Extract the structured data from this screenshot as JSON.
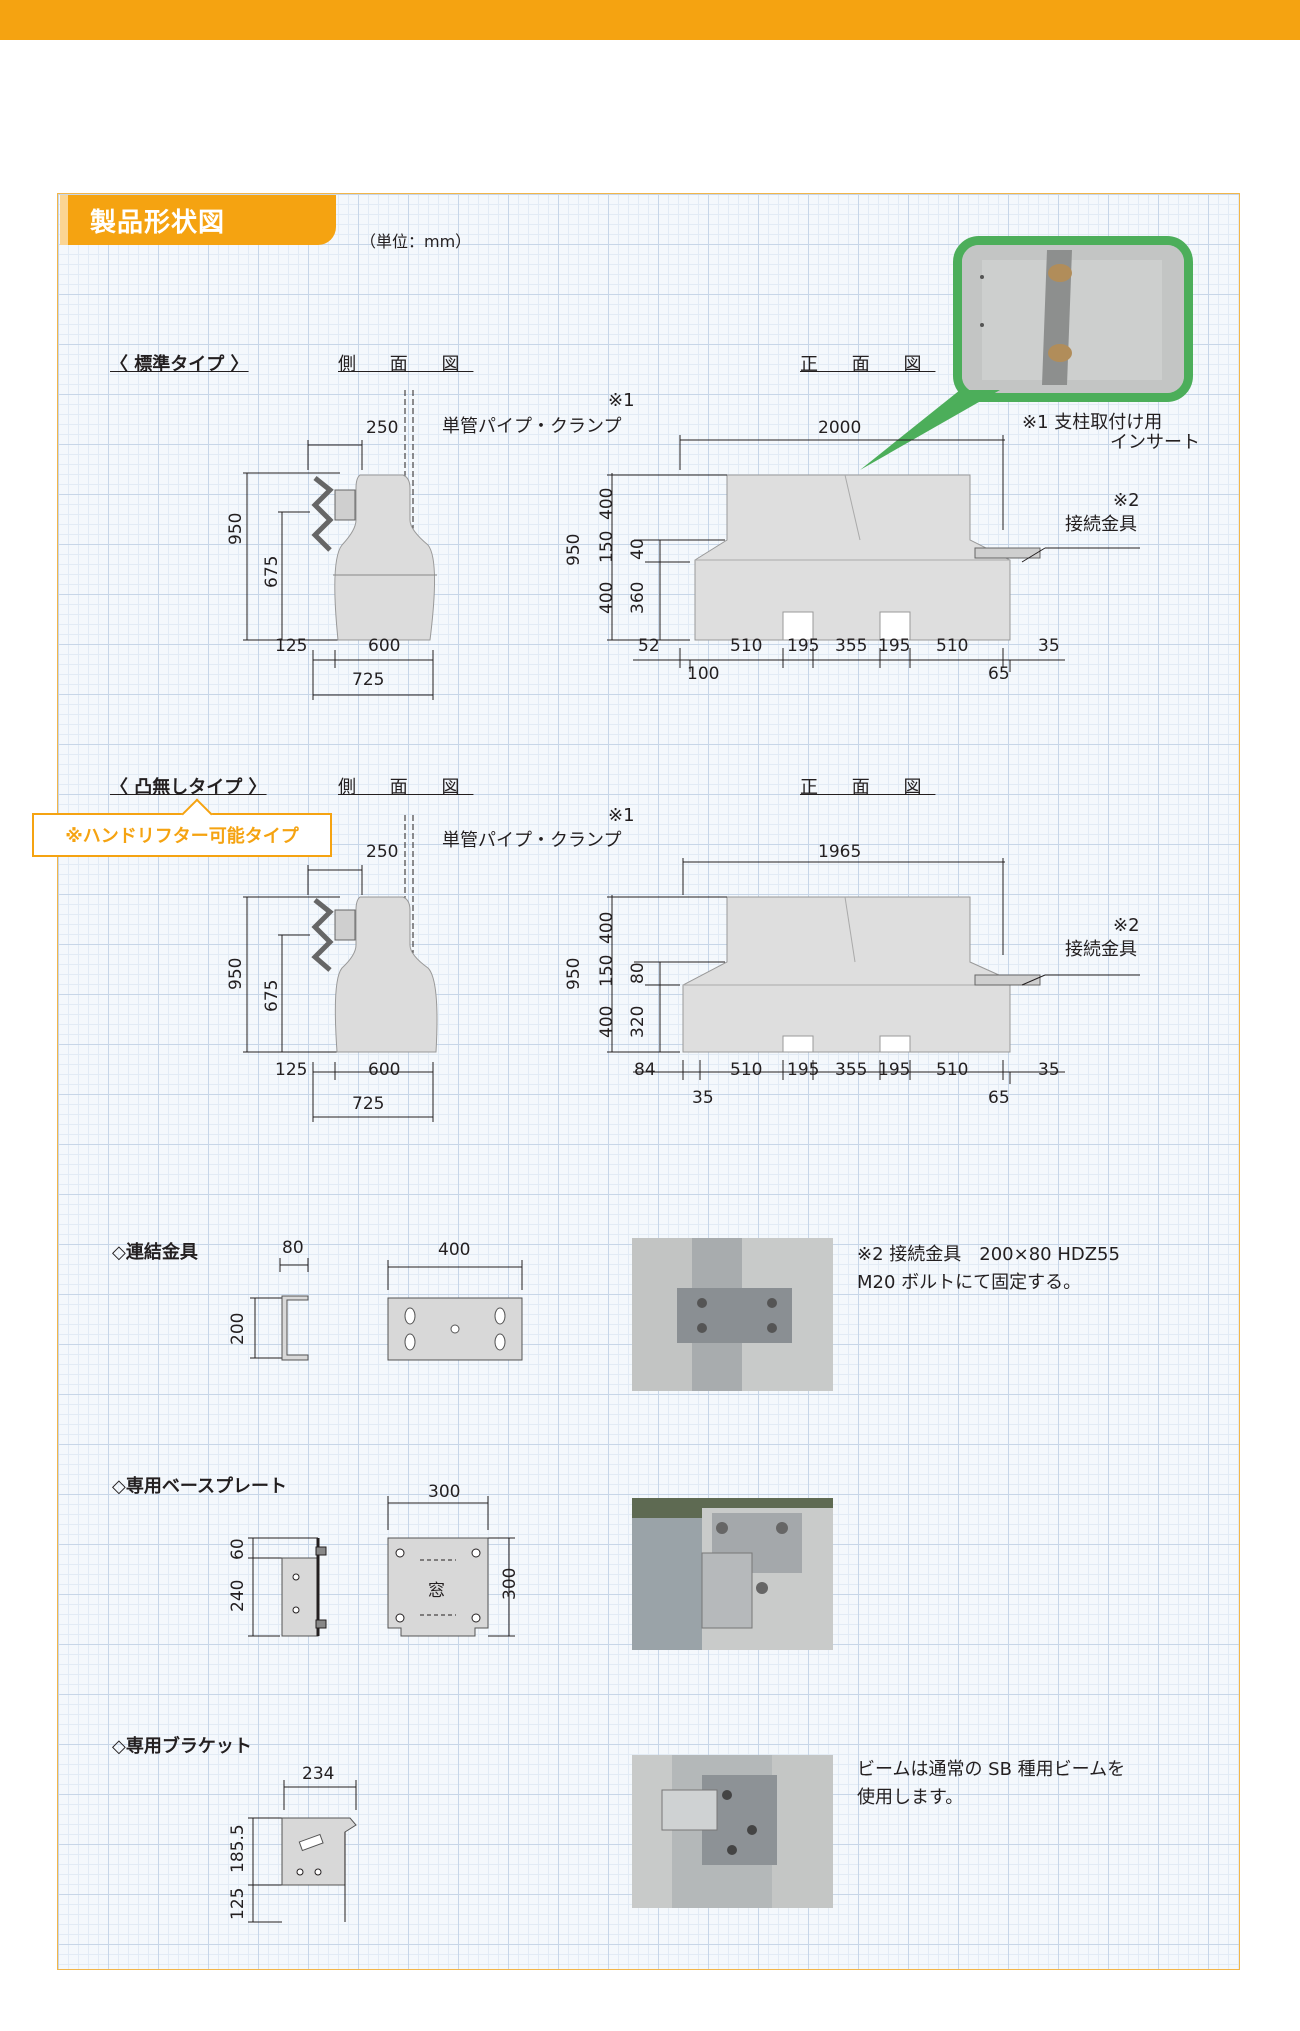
{
  "header_bar_color": "#f5a311",
  "title": "製品形状図",
  "unit_note": "（単位：mm）",
  "standard": {
    "section_label": "〈 標準タイプ 〉",
    "side_view_label": "側 面 図",
    "front_view_label": "正 面 図",
    "note1_mark": "※1",
    "pipe_clamp": "単管パイプ・クランプ",
    "insert_note_line1": "※1 支柱取付け用",
    "insert_note_line2": "インサート",
    "note2_mark": "※2",
    "connector_label": "接続金具",
    "side_dims": {
      "top": "250",
      "height": "950",
      "mid": "675",
      "left": "125",
      "base": "600",
      "total": "725"
    },
    "front_dims": {
      "width": "2000",
      "h_total": "950",
      "h1": "400",
      "h2": "150",
      "h3": "400",
      "h4": "40",
      "h5": "360",
      "b1": "52",
      "b2": "510",
      "b3": "195",
      "b4": "355",
      "b5": "195",
      "b6": "510",
      "b7": "35",
      "sub_left": "100",
      "sub_right": "65"
    }
  },
  "flat": {
    "section_label": "〈 凸無しタイプ 〉",
    "side_view_label": "側 面 図",
    "front_view_label": "正 面 図",
    "callout": "※ハンドリフター可能タイプ",
    "note1_mark": "※1",
    "pipe_clamp": "単管パイプ・クランプ",
    "note2_mark": "※2",
    "connector_label": "接続金具",
    "side_dims": {
      "top": "250",
      "height": "950",
      "mid": "675",
      "left": "125",
      "base": "600",
      "total": "725"
    },
    "front_dims": {
      "width": "1965",
      "h_total": "950",
      "h1": "400",
      "h2": "150",
      "h3": "400",
      "h4": "80",
      "h5": "320",
      "b1": "84",
      "b2": "510",
      "b3": "195",
      "b4": "355",
      "b5": "195",
      "b6": "510",
      "b7": "35",
      "sub_left": "35",
      "sub_right": "65"
    }
  },
  "connector": {
    "label": "◇連結金具",
    "dim_w": "80",
    "dim_h": "200",
    "dim_len": "400",
    "desc_line1": "※2 接続金具　200×80 HDZ55",
    "desc_line2": "M20 ボルトにて固定する。"
  },
  "baseplate": {
    "label": "◇専用ベースプレート",
    "dim_60": "60",
    "dim_240": "240",
    "dim_w": "300",
    "dim_h": "300",
    "window": "窓"
  },
  "bracket": {
    "label": "◇専用ブラケット",
    "dim_w": "234",
    "dim_185": "185.5",
    "dim_125": "125",
    "desc_line1": "ビームは通常の SB 種用ビームを",
    "desc_line2": "使用します。"
  }
}
